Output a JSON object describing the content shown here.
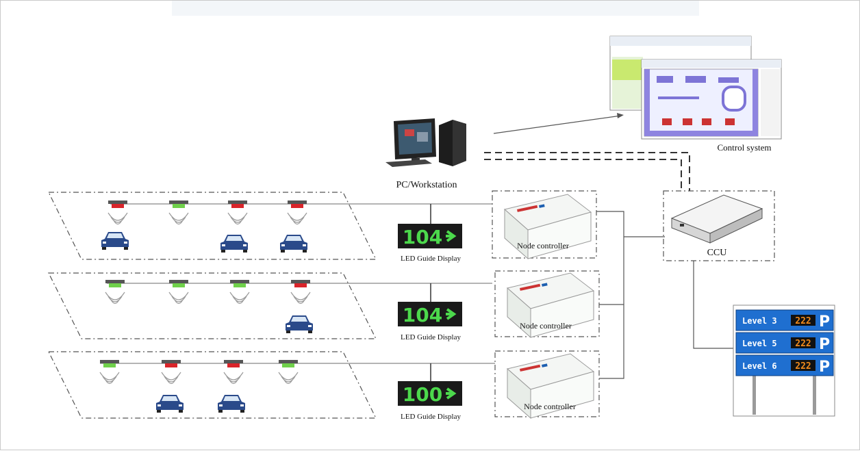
{
  "labels": {
    "pc": "PC/Workstation",
    "control_system": "Control system",
    "ccu": "CCU",
    "node_controller": "Node controller",
    "led_guide_display": "LED Guide Display"
  },
  "levels": [
    {
      "led_value": "104",
      "sensors": [
        "red",
        "green",
        "red",
        "red"
      ],
      "cars": 3
    },
    {
      "led_value": "104",
      "sensors": [
        "green",
        "green",
        "green",
        "red"
      ],
      "cars": 1
    },
    {
      "led_value": "100",
      "sensors": [
        "green",
        "red",
        "red",
        "green"
      ],
      "cars": 2
    }
  ],
  "sign": {
    "rows": [
      {
        "label": "Level 3",
        "count": "222"
      },
      {
        "label": "Level 5",
        "count": "222"
      },
      {
        "label": "Level 6",
        "count": "222"
      }
    ],
    "p_label": "P"
  },
  "colors": {
    "sensor_red": "#d9242a",
    "sensor_green": "#6fd04a",
    "led_bg": "#1a1a1a",
    "led_text": "#4cd94c",
    "sign_blue": "#1f6fd0",
    "car_blue": "#2a4a8a"
  }
}
